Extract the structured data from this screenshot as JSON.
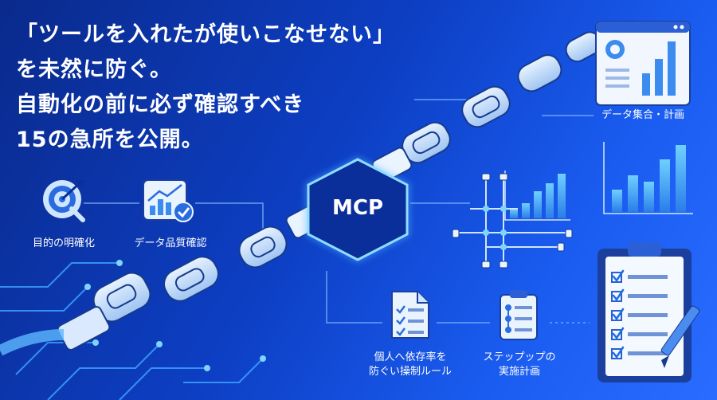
{
  "headline": {
    "line1": "「ツールを入れたが使いこなせない」",
    "line2": "を未然に防ぐ。",
    "line3": "自動化の前に必ず確認すべき",
    "line4": "15の急所を公開。"
  },
  "hub": {
    "label": "MCP"
  },
  "items": {
    "purpose": "目的の明確化",
    "data_quality": "データ品質確認",
    "data_aggregation": "データ集合・計画",
    "rules_line1": "個人へ依存率を",
    "rules_line2": "防ぐい操制ルール",
    "plan_line1": "ステップップの",
    "plan_line2": "実施計画"
  },
  "colors": {
    "background": "#0d3fc4",
    "accent": "#4fb4ff",
    "glow": "#7fd3ff",
    "text": "#ffffff"
  }
}
